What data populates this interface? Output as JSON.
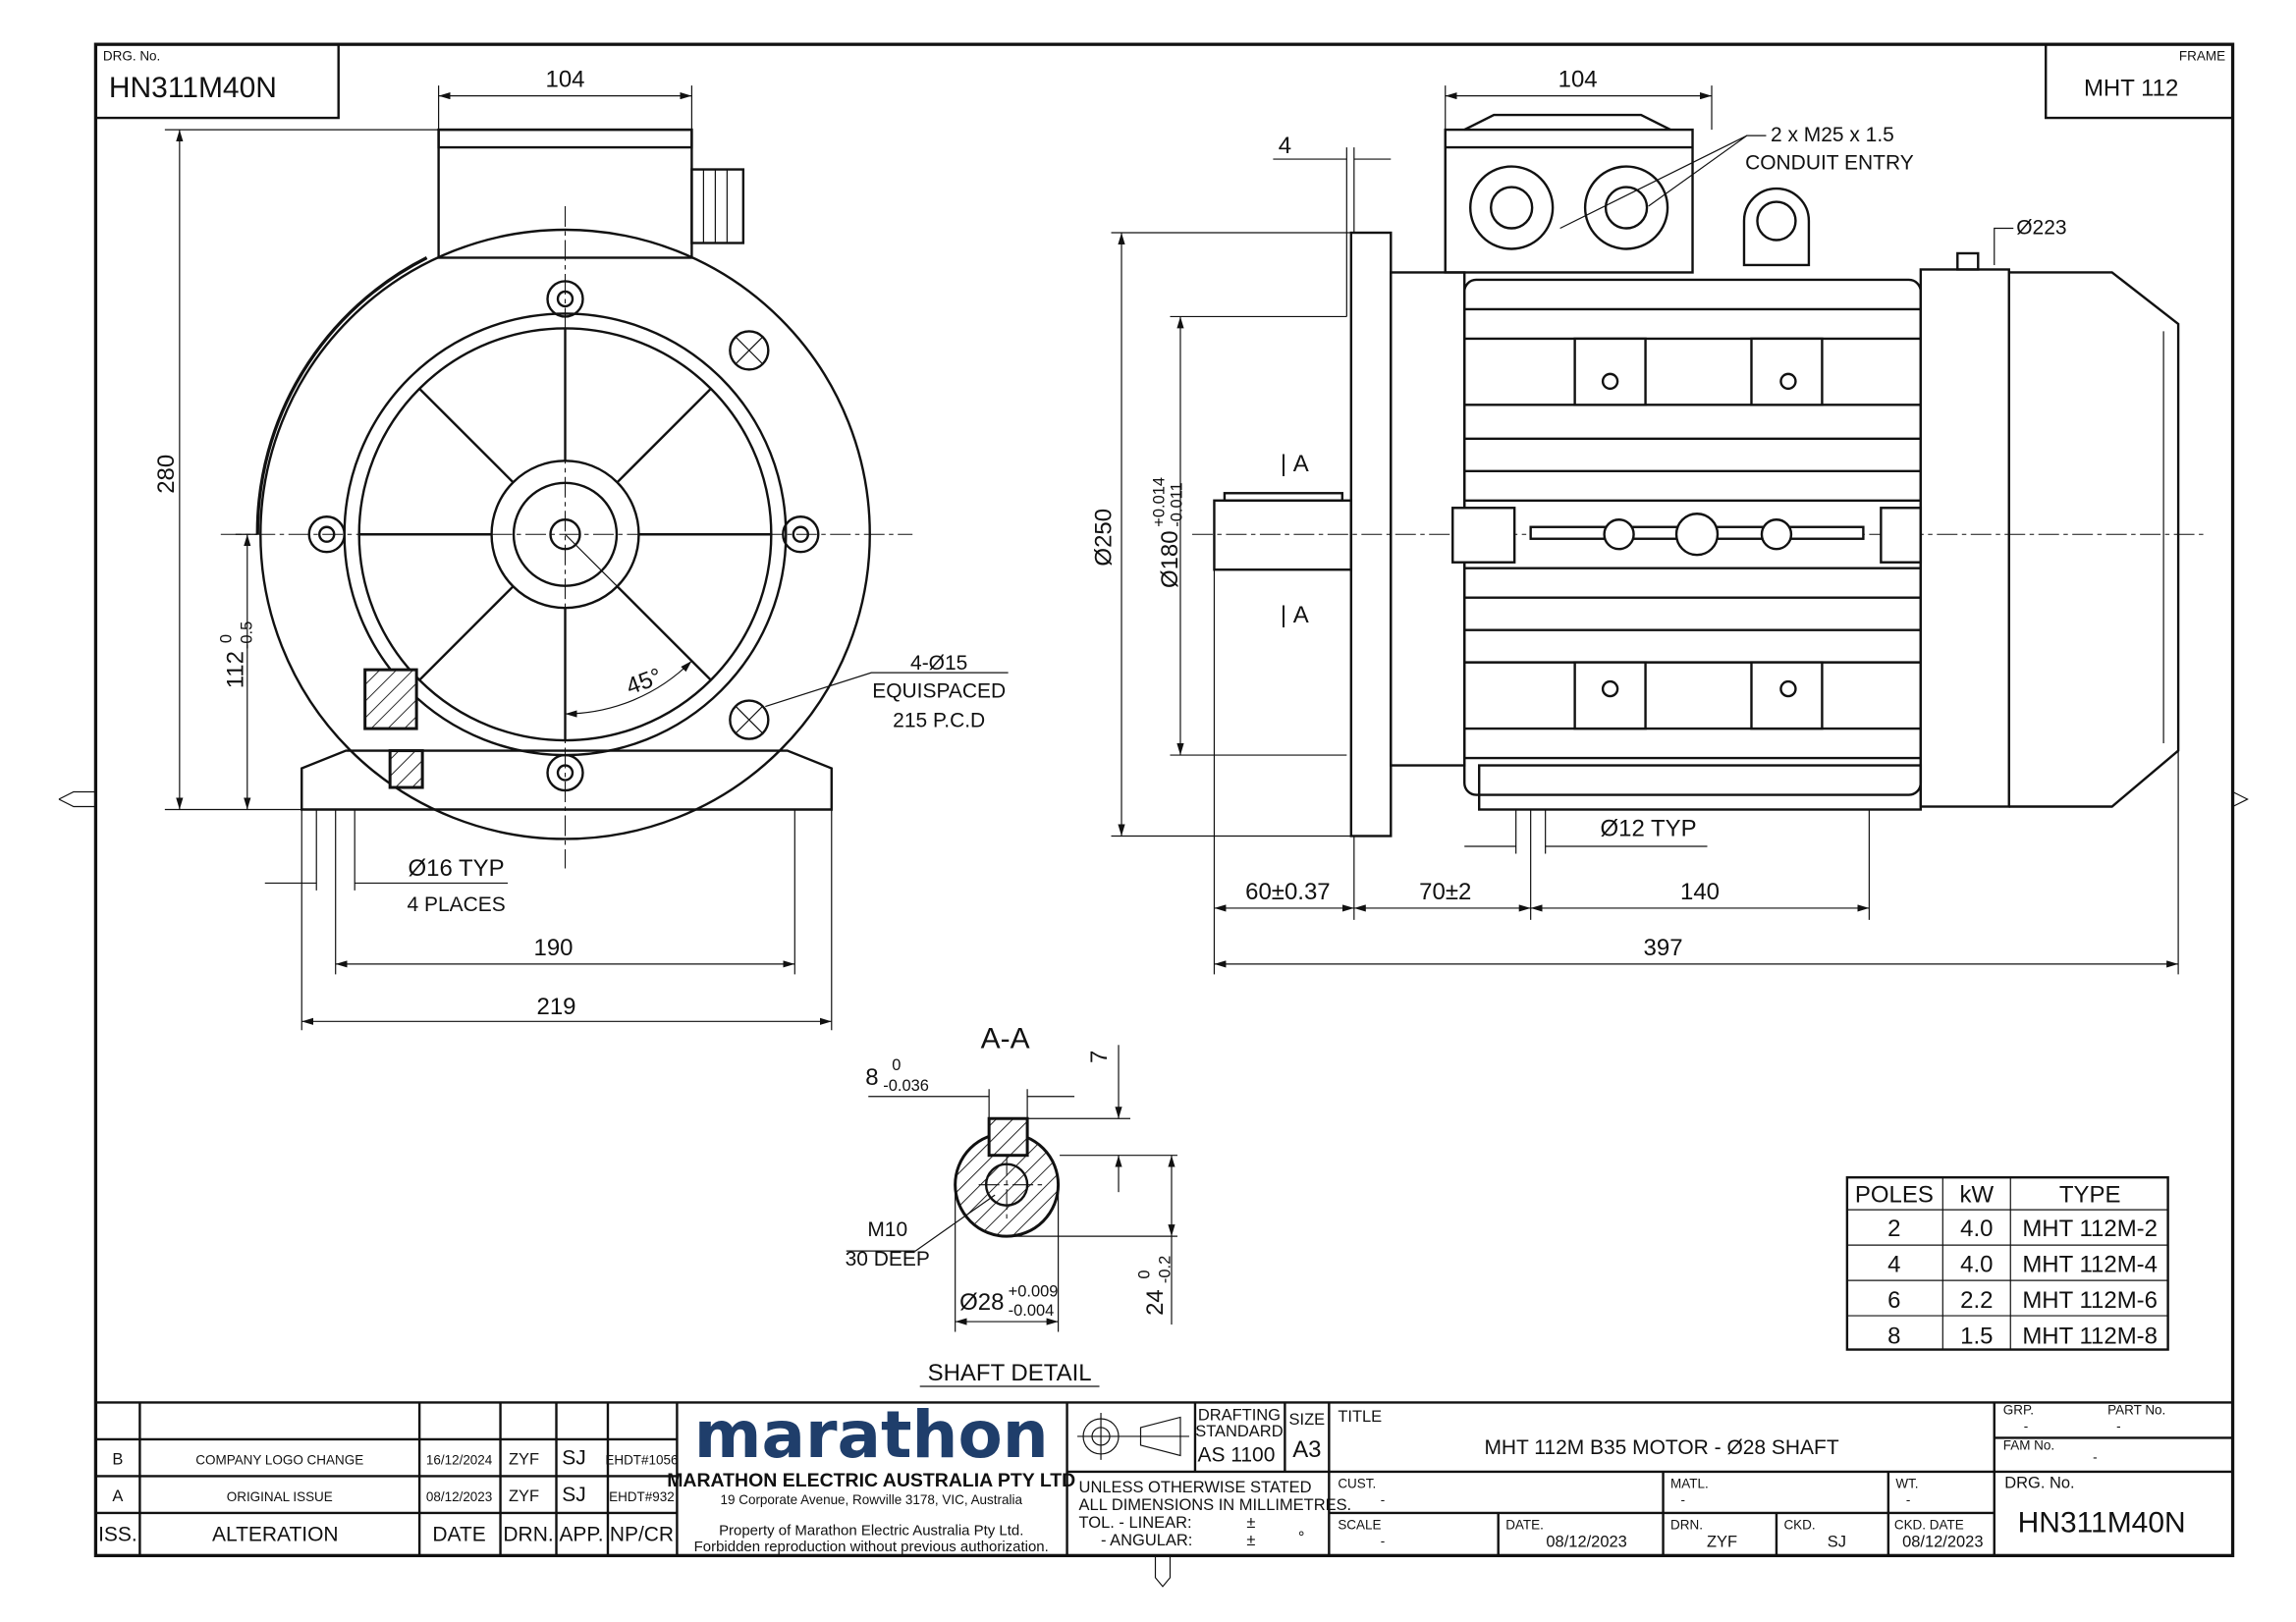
{
  "header": {
    "drg_label": "DRG. No.",
    "drg_no": "HN311M40N",
    "frame_label": "FRAME",
    "frame_value": "MHT 112"
  },
  "front_view": {
    "dim_width_top": "104",
    "dim_height": "280",
    "dim_shaft_height": "112",
    "dim_shaft_height_tol_upper": "0",
    "dim_shaft_height_tol_lower": "-0.5",
    "foot_hole": "Ø16 TYP",
    "foot_hole_places": "4 PLACES",
    "dim_foot_centres": "190",
    "dim_foot_width": "219",
    "angle": "45°",
    "flange_holes": "4-Ø15",
    "flange_holes_note": "EQUISPACED",
    "flange_pcd": "215 P.C.D"
  },
  "side_view": {
    "dim_box_width": "104",
    "dim_spigot": "4",
    "conduit": "2 x M25 x 1.5",
    "conduit_note": "CONDUIT ENTRY",
    "dim_fan_cover": "Ø223",
    "dim_flange": "Ø250",
    "dim_spigot_dia": "Ø180",
    "dim_spigot_tol_upper": "+0.014",
    "dim_spigot_tol_lower": "-0.011",
    "section_mark": "A",
    "foot_hole": "Ø12 TYP",
    "dim_shaft_length": "60±0.37",
    "dim_flange_to_foot": "70±2",
    "dim_foot_length": "140",
    "dim_overall": "397"
  },
  "shaft_detail": {
    "section_title": "A-A",
    "key_width": "8",
    "key_tol_upper": "0",
    "key_tol_lower": "-0.036",
    "key_height": "7",
    "thread": "M10",
    "thread_depth": "30 DEEP",
    "shaft_dia": "Ø28",
    "shaft_tol_upper": "+0.009",
    "shaft_tol_lower": "-0.004",
    "key_seat": "24",
    "key_seat_tol_upper": "0",
    "key_seat_tol_lower": "-0.2",
    "title": "SHAFT DETAIL"
  },
  "variants_table": {
    "headers": [
      "POLES",
      "kW",
      "TYPE"
    ],
    "rows": [
      [
        "2",
        "4.0",
        "MHT 112M-2"
      ],
      [
        "4",
        "4.0",
        "MHT 112M-4"
      ],
      [
        "6",
        "2.2",
        "MHT 112M-6"
      ],
      [
        "8",
        "1.5",
        "MHT 112M-8"
      ]
    ]
  },
  "revisions": {
    "headers": [
      "ISS.",
      "ALTERATION",
      "DATE",
      "DRN.",
      "APP.",
      "NP/CR"
    ],
    "rows": [
      [
        "B",
        "COMPANY LOGO CHANGE",
        "16/12/2024",
        "ZYF",
        "SJ",
        "EHDT#1056"
      ],
      [
        "A",
        "ORIGINAL ISSUE",
        "08/12/2023",
        "ZYF",
        "SJ",
        "EHDT#932"
      ]
    ]
  },
  "company": {
    "logo": "marathon",
    "name": "MARATHON ELECTRIC AUSTRALIA PTY LTD",
    "address": "19 Corporate Avenue, Rowville 3178, VIC, Australia",
    "property": "Property of Marathon Electric Australia Pty Ltd.",
    "copyright": "Forbidden reproduction without previous authorization.",
    "brand_color": "#1f3e6b"
  },
  "title_block": {
    "drafting_label_1": "DRAFTING",
    "drafting_label_2": "STANDARD",
    "drafting_standard": "AS 1100",
    "size_label": "SIZE",
    "size": "A3",
    "title_label": "TITLE",
    "title": "MHT 112M  B35 MOTOR - Ø28 SHAFT",
    "grp_label": "GRP.",
    "grp": "-",
    "part_label": "PART No.",
    "part": "-",
    "fam_label": "FAM No.",
    "fam": "-",
    "note_1": "UNLESS OTHERWISE STATED",
    "note_2": "ALL DIMENSIONS IN MILLIMETRES.",
    "tol_linear": "TOL.  - LINEAR:",
    "tol_angular": "- ANGULAR:",
    "tol_sym": "±",
    "degree": "°",
    "cust_label": "CUST.",
    "cust": "-",
    "matl_label": "MATL.",
    "matl": "-",
    "wt_label": "WT.",
    "wt": "-",
    "scale_label": "SCALE",
    "scale": "-",
    "date_label": "DATE.",
    "date": "08/12/2023",
    "drn_label": "DRN.",
    "drn": "ZYF",
    "ckd_label": "CKD.",
    "ckd": "SJ",
    "ckd_date_label": "CKD. DATE",
    "ckd_date": "08/12/2023",
    "drg_label": "DRG. No.",
    "drg_no": "HN311M40N"
  }
}
